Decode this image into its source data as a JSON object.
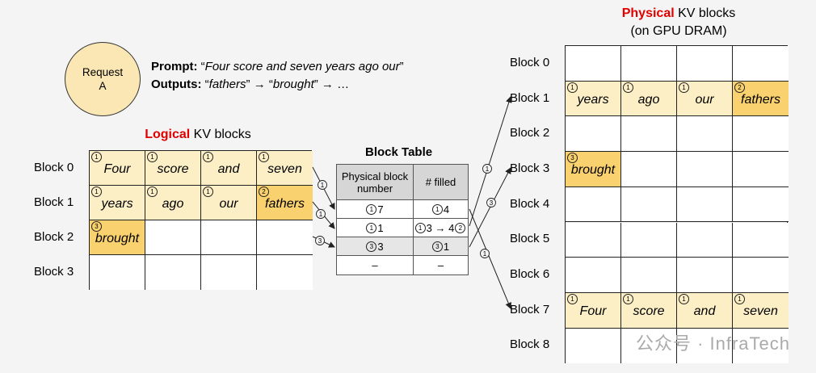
{
  "request": {
    "circle_line1": "Request",
    "circle_line2": "A",
    "prompt_label": "Prompt:",
    "prompt_text": "Four score and seven years ago our",
    "outputs_label": "Outputs:",
    "output_1": "fathers",
    "output_2": "brought",
    "arrow": "→",
    "ellipsis": "…"
  },
  "logical": {
    "title_red": "Logical",
    "title_rest": " KV blocks",
    "row_labels": [
      "Block 0",
      "Block 1",
      "Block 2",
      "Block 3"
    ],
    "rows": [
      [
        {
          "word": "Four",
          "n": "1",
          "style": "y"
        },
        {
          "word": "score",
          "n": "1",
          "style": "y"
        },
        {
          "word": "and",
          "n": "1",
          "style": "y"
        },
        {
          "word": "seven",
          "n": "1",
          "style": "y"
        }
      ],
      [
        {
          "word": "years",
          "n": "1",
          "style": "y"
        },
        {
          "word": "ago",
          "n": "1",
          "style": "y"
        },
        {
          "word": "our",
          "n": "1",
          "style": "y"
        },
        {
          "word": "fathers",
          "n": "2",
          "style": "o"
        }
      ],
      [
        {
          "word": "brought",
          "n": "3",
          "style": "o"
        },
        {
          "word": "",
          "n": "",
          "style": ""
        },
        {
          "word": "",
          "n": "",
          "style": ""
        },
        {
          "word": "",
          "n": "",
          "style": ""
        }
      ],
      [
        {
          "word": "",
          "n": "",
          "style": ""
        },
        {
          "word": "",
          "n": "",
          "style": ""
        },
        {
          "word": "",
          "n": "",
          "style": ""
        },
        {
          "word": "",
          "n": "",
          "style": ""
        }
      ]
    ]
  },
  "block_table": {
    "title": "Block Table",
    "header_col1": "Physical block number",
    "header_col2": "# filled",
    "rows": [
      {
        "c1_n": "1",
        "c1": "7",
        "c2_n": "1",
        "c2": "4",
        "c2_n2": ""
      },
      {
        "c1_n": "1",
        "c1": "1",
        "c2_n": "1",
        "c2": "3 → 4",
        "c2_n2": "2"
      },
      {
        "c1_n": "3",
        "c1": "3",
        "c2_n": "3",
        "c2": "1",
        "c2_n2": ""
      },
      {
        "c1_n": "",
        "c1": "–",
        "c2_n": "",
        "c2": "–",
        "c2_n2": ""
      }
    ]
  },
  "physical": {
    "title_red": "Physical",
    "title_rest": " KV blocks",
    "subtitle": "(on GPU DRAM)",
    "row_labels": [
      "Block 0",
      "Block 1",
      "Block 2",
      "Block 3",
      "Block 4",
      "Block 5",
      "Block 6",
      "Block 7",
      "Block 8"
    ],
    "rows": [
      [
        {
          "word": "",
          "n": "",
          "style": ""
        },
        {
          "word": "",
          "n": "",
          "style": ""
        },
        {
          "word": "",
          "n": "",
          "style": ""
        },
        {
          "word": "",
          "n": "",
          "style": ""
        }
      ],
      [
        {
          "word": "years",
          "n": "1",
          "style": "y"
        },
        {
          "word": "ago",
          "n": "1",
          "style": "y"
        },
        {
          "word": "our",
          "n": "1",
          "style": "y"
        },
        {
          "word": "fathers",
          "n": "2",
          "style": "o"
        }
      ],
      [
        {
          "word": "",
          "n": "",
          "style": ""
        },
        {
          "word": "",
          "n": "",
          "style": ""
        },
        {
          "word": "",
          "n": "",
          "style": ""
        },
        {
          "word": "",
          "n": "",
          "style": ""
        }
      ],
      [
        {
          "word": "brought",
          "n": "3",
          "style": "o"
        },
        {
          "word": "",
          "n": "",
          "style": ""
        },
        {
          "word": "",
          "n": "",
          "style": ""
        },
        {
          "word": "",
          "n": "",
          "style": ""
        }
      ],
      [
        {
          "word": "",
          "n": "",
          "style": ""
        },
        {
          "word": "",
          "n": "",
          "style": ""
        },
        {
          "word": "",
          "n": "",
          "style": ""
        },
        {
          "word": "",
          "n": "",
          "style": ""
        }
      ],
      [
        {
          "word": "",
          "n": "",
          "style": ""
        },
        {
          "word": "",
          "n": "",
          "style": ""
        },
        {
          "word": "",
          "n": "",
          "style": ""
        },
        {
          "word": "",
          "n": "",
          "style": ""
        }
      ],
      [
        {
          "word": "",
          "n": "",
          "style": ""
        },
        {
          "word": "",
          "n": "",
          "style": ""
        },
        {
          "word": "",
          "n": "",
          "style": ""
        },
        {
          "word": "",
          "n": "",
          "style": ""
        }
      ],
      [
        {
          "word": "Four",
          "n": "1",
          "style": "y"
        },
        {
          "word": "score",
          "n": "1",
          "style": "y"
        },
        {
          "word": "and",
          "n": "1",
          "style": "y"
        },
        {
          "word": "seven",
          "n": "1",
          "style": "y"
        }
      ],
      [
        {
          "word": "",
          "n": "",
          "style": ""
        },
        {
          "word": "",
          "n": "",
          "style": ""
        },
        {
          "word": "",
          "n": "",
          "style": ""
        },
        {
          "word": "",
          "n": "",
          "style": ""
        }
      ]
    ]
  },
  "arrow_labels": {
    "logical_to_table": [
      "1",
      "1",
      "3"
    ],
    "table_to_physical": [
      "1",
      "3",
      "1"
    ]
  },
  "watermark": "公众号 · InfraTech",
  "colors": {
    "accent_red": "#e00000",
    "cell_light": "#fcefc6",
    "cell_highlight": "#f9d16e"
  }
}
